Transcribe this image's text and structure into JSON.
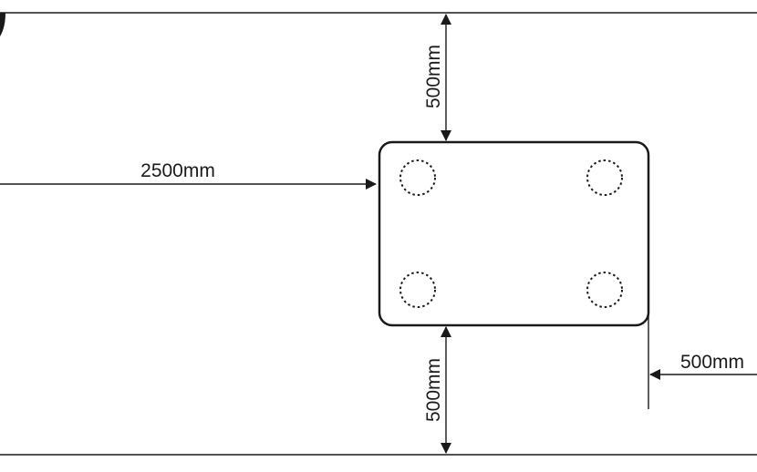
{
  "labels": {
    "top_clearance": "500mm",
    "left_clearance": "2500mm",
    "bottom_clearance": "500mm",
    "right_clearance": "500mm"
  },
  "colors": {
    "line": "#1a1a1a",
    "background": "#ffffff"
  },
  "icons": {
    "corner_mark": "corner-mark-icon",
    "mounting_hole": "dotted-circle-icon",
    "arrowhead": "arrowhead-icon"
  }
}
